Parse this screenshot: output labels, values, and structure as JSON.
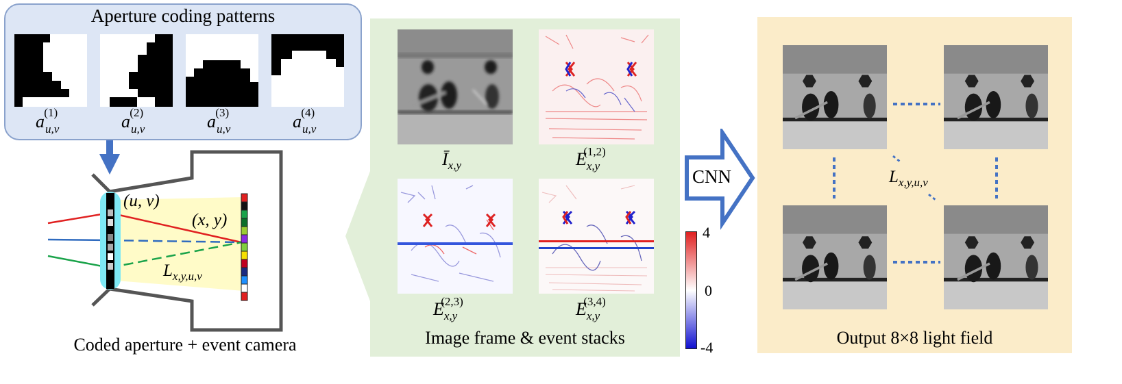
{
  "colors": {
    "top_panel_fill": "#dde6f5",
    "top_panel_stroke": "#8aa2cc",
    "middle_panel_fill": "#e2efd9",
    "right_panel_fill": "#fbecc9",
    "accent_blue": "#4472c4",
    "lens_cyan": "#7ee8f4",
    "ray_red": "#e02020",
    "ray_blue": "#2f6bbf",
    "ray_green": "#1aa34a",
    "light_cone": "#fffbc8"
  },
  "aperture_panel": {
    "title": "Aperture coding patterns",
    "patterns": [
      {
        "label_base": "a",
        "label_sub": "u,v",
        "label_sup": "(1)"
      },
      {
        "label_base": "a",
        "label_sub": "u,v",
        "label_sup": "(2)"
      },
      {
        "label_base": "a",
        "label_sub": "u,v",
        "label_sup": "(3)"
      },
      {
        "label_base": "a",
        "label_sub": "u,v",
        "label_sup": "(4)"
      }
    ]
  },
  "camera": {
    "aperture_label": "(u, v)",
    "sensor_label": "(x, y)",
    "lightfield_label_base": "L",
    "lightfield_label_sub": "x,y,u,v",
    "caption": "Coded aperture + event camera"
  },
  "stacks": {
    "caption": "Image frame & event stacks",
    "frame_label": {
      "base": "Ī",
      "sub": "x,y"
    },
    "events": [
      {
        "base": "E",
        "sub": "x,y",
        "sup": "(1,2)"
      },
      {
        "base": "E",
        "sub": "x,y",
        "sup": "(2,3)"
      },
      {
        "base": "E",
        "sub": "x,y",
        "sup": "(3,4)"
      }
    ],
    "colorbar": {
      "max": "4",
      "mid": "0",
      "min": "-4",
      "colors": [
        "#e02020",
        "#ffffff",
        "#1010d0"
      ]
    }
  },
  "cnn": {
    "label": "CNN"
  },
  "output": {
    "caption": "Output 8×8 light field",
    "label_base": "L",
    "label_sub": "x,y,u,v"
  }
}
